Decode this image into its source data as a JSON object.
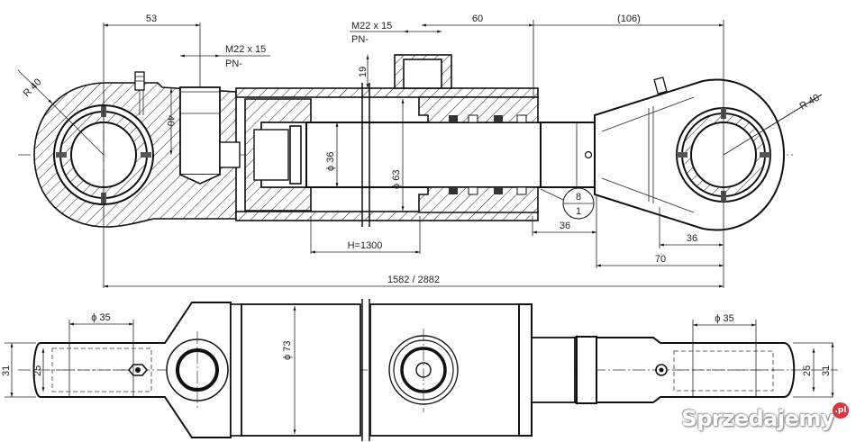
{
  "drawing": {
    "title": "Hydraulic cylinder technical drawing",
    "top_view": {
      "dimensions": {
        "eye_offset_left": "53",
        "port_thread_left": "M22 x 15",
        "port_pn_left": "PN-",
        "port_thread_right": "M22 x 15",
        "port_pn_right": "PN-",
        "port_height": "19",
        "gland_length": "60",
        "rod_eye_length": "(106)",
        "radius_left": "R 40",
        "radius_right": "R 40",
        "port_height_left": "40",
        "rod_diameter": "ϕ 36",
        "bore_diameter": "ϕ 63",
        "stroke": "H=1300",
        "rod_end_offset": "36",
        "rod_eye_inner": "36",
        "rod_eye_total": "70",
        "total_length": "1582  / 2882",
        "balloon_top": "8",
        "balloon_bottom": "1"
      }
    },
    "bottom_view": {
      "dimensions": {
        "pin_left_diameter": "ϕ 35",
        "pin_right_diameter": "ϕ 35",
        "tube_diameter": "ϕ 73",
        "eye_width_outer_left": "31",
        "eye_width_inner_left": "25",
        "eye_width_inner_right": "25",
        "eye_width_outer_right": "31"
      }
    }
  },
  "watermark": {
    "text": "Sprzedajemy",
    "badge": ".pl",
    "badge_color": "#d9363e"
  }
}
